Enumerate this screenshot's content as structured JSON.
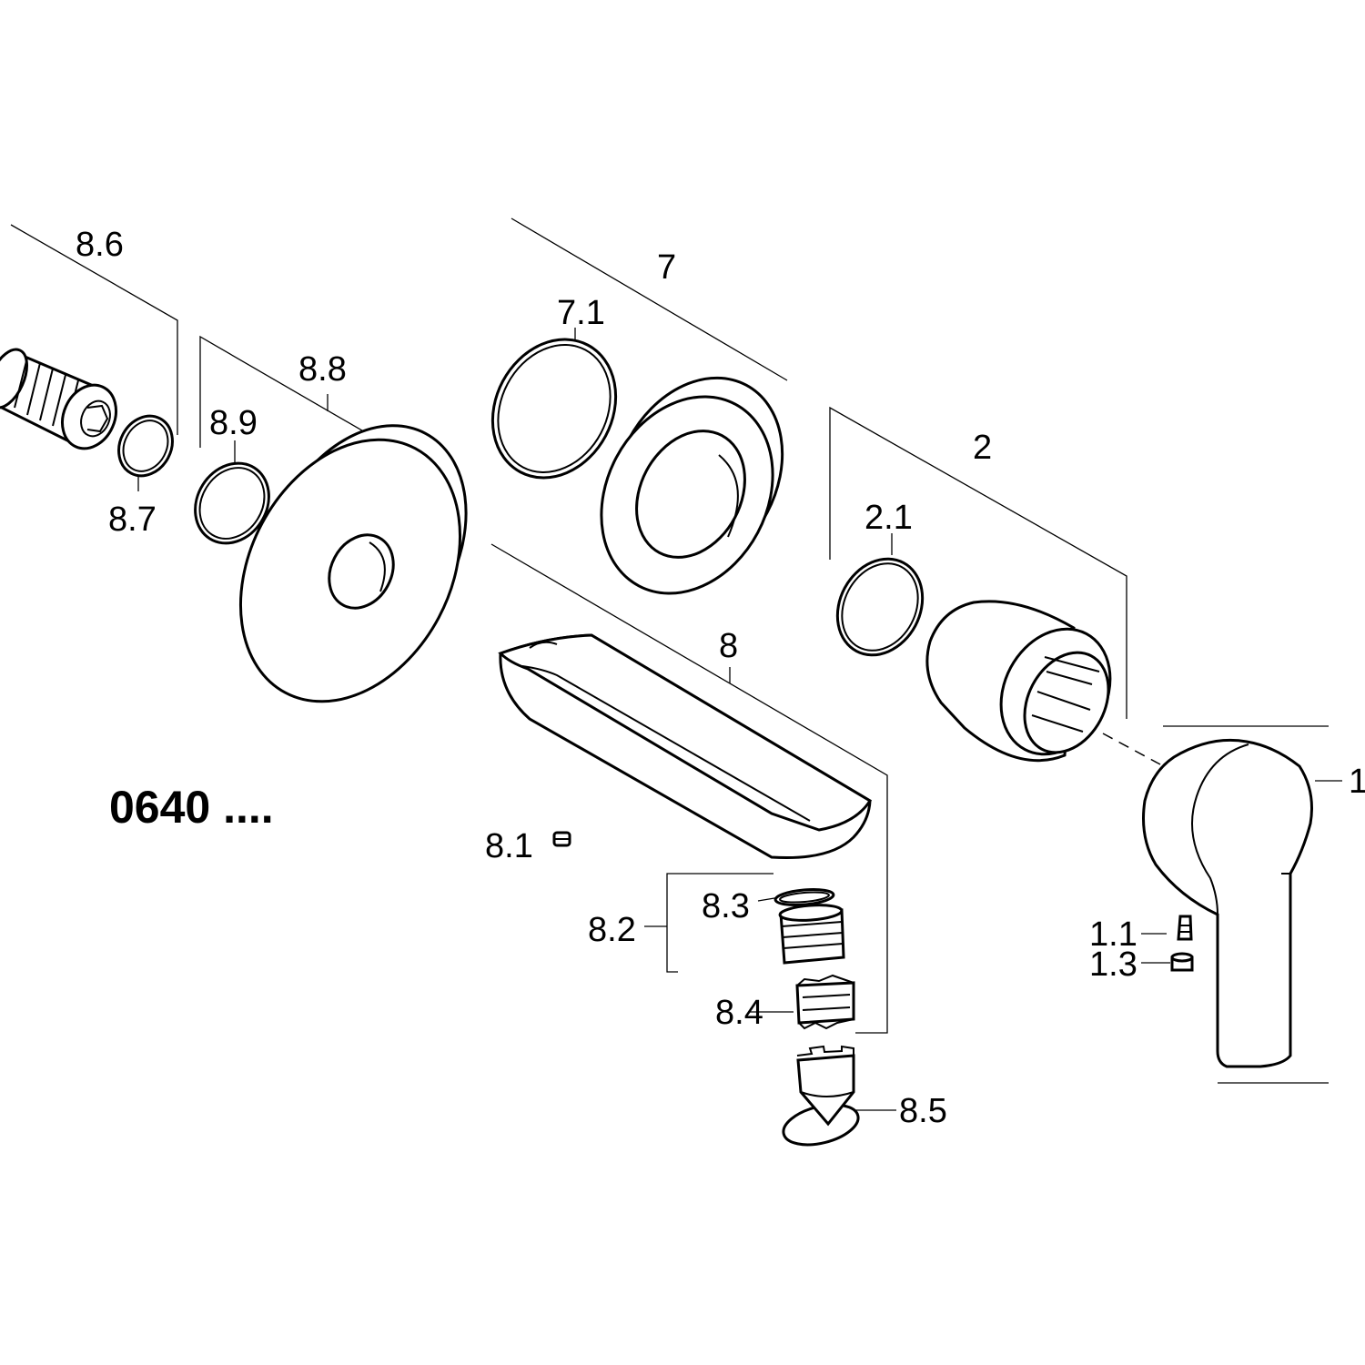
{
  "model_number": "0640 ....",
  "part_labels": {
    "p1": "1",
    "p1_1": "1.1",
    "p1_3": "1.3",
    "p2": "2",
    "p2_1": "2.1",
    "p7": "7",
    "p7_1": "7.1",
    "p8": "8",
    "p8_1": "8.1",
    "p8_2": "8.2",
    "p8_3": "8.3",
    "p8_4": "8.4",
    "p8_5": "8.5",
    "p8_6": "8.6",
    "p8_7": "8.7",
    "p8_8": "8.8",
    "p8_9": "8.9"
  }
}
